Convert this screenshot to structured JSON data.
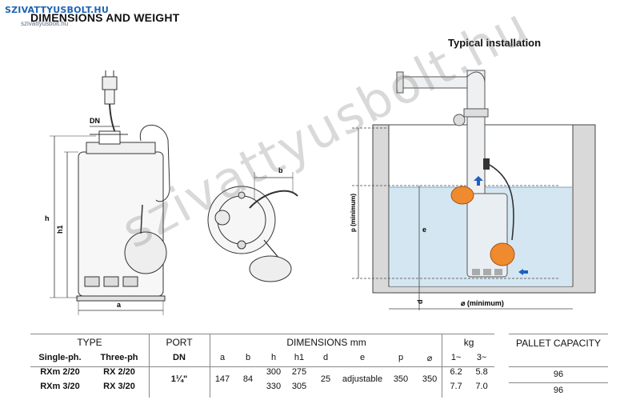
{
  "brand": {
    "name": "SZIVATTYUSBOLT.HU",
    "url": "szivattyusbolt.hu"
  },
  "heading": "DIMENSIONS AND WEIGHT",
  "installation_title": "Typical installation",
  "watermark": "szivattyusbolt.hu",
  "drawing_labels": {
    "dn": "DN",
    "h": "h",
    "h1": "h1",
    "a": "a",
    "b": "b",
    "p": "p (minimum)",
    "e": "e",
    "d": "d",
    "min": "⌀ (minimum)"
  },
  "table": {
    "type_header": "TYPE",
    "single_ph": "Single-ph.",
    "three_ph": "Three-ph",
    "port_header": "PORT",
    "port_sub": "DN",
    "dims_header": "DIMENSIONS mm",
    "dims_cols": [
      "a",
      "b",
      "h",
      "h1",
      "d",
      "e",
      "p",
      "⌀"
    ],
    "kg_header": "kg",
    "kg_cols": [
      "1~",
      "3~"
    ],
    "rows": [
      {
        "single": "RXm 2/20",
        "three": "RX 2/20",
        "h": "300",
        "h1": "275",
        "kg1": "6.2",
        "kg3": "5.8"
      },
      {
        "single": "RXm 3/20",
        "three": "RX 3/20",
        "h": "330",
        "h1": "305",
        "kg1": "7.7",
        "kg3": "7.0"
      }
    ],
    "shared": {
      "port": "1¼\"",
      "a": "147",
      "b": "84",
      "d": "25",
      "e": "adjustable",
      "p": "350",
      "diam": "350"
    }
  },
  "pallet": {
    "header": "PALLET CAPACITY",
    "values": [
      "96",
      "96"
    ]
  }
}
